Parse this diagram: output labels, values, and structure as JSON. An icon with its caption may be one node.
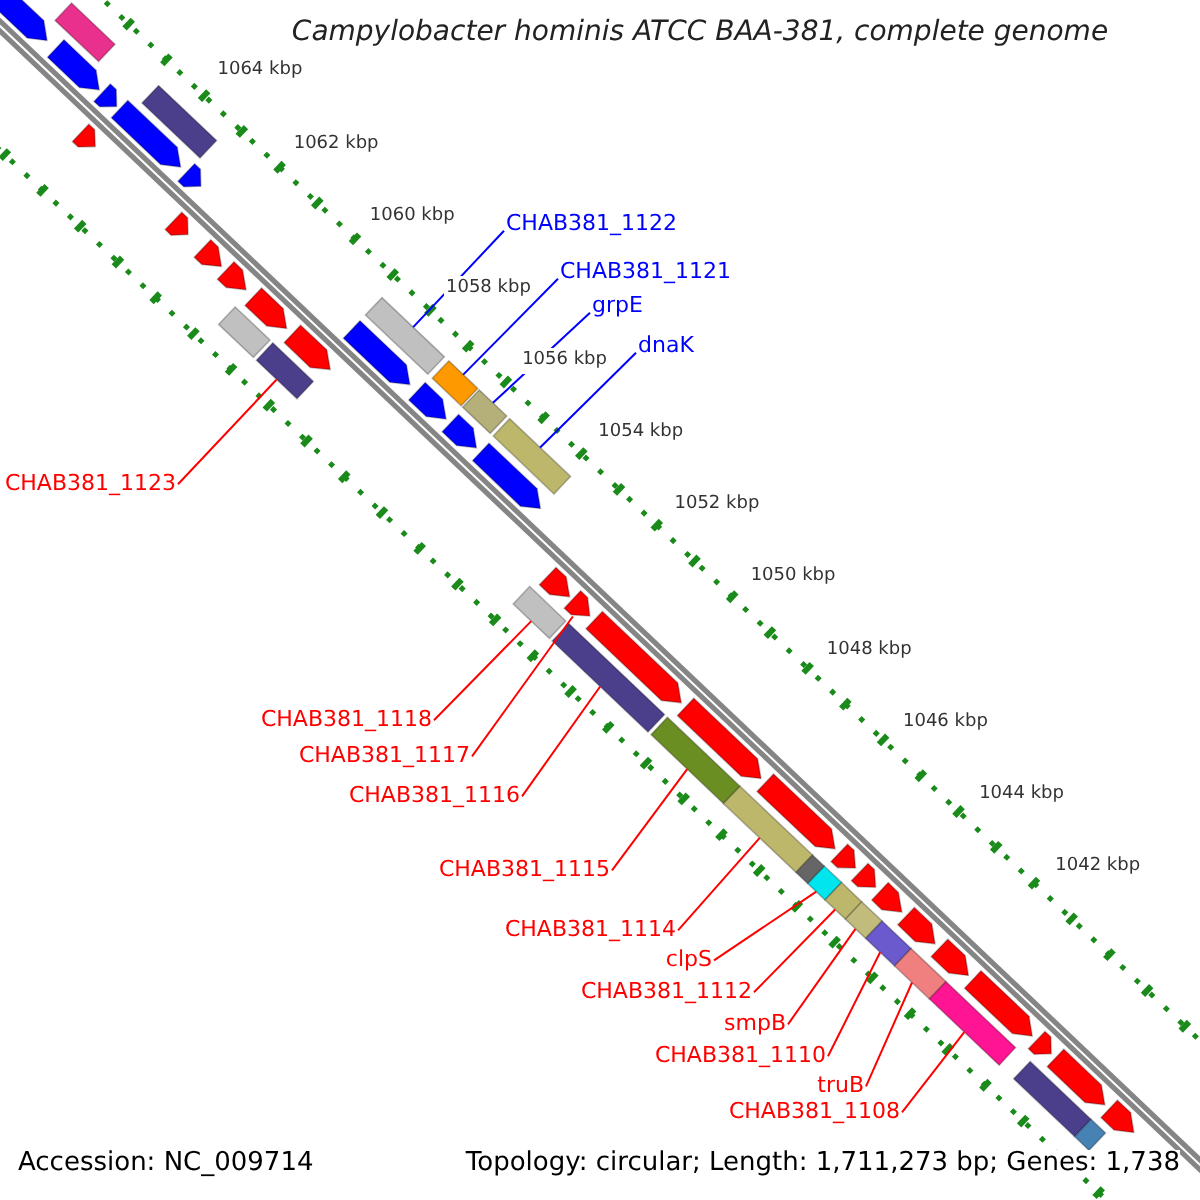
{
  "diagram": {
    "title": "Campylobacter hominis ATCC BAA-381, complete genome",
    "nodes": [
      {
        "text": [
          "CHAB381_1122"
        ]
      },
      {
        "text": [
          "CHAB381_1121"
        ]
      },
      {
        "text": [
          "grpE"
        ]
      },
      {
        "text": [
          "dnaK"
        ]
      },
      {
        "text": [
          "CHAB381_1123"
        ]
      },
      {
        "text": [
          "CHAB381_1118"
        ]
      },
      {
        "text": [
          "CHAB381_1117"
        ]
      },
      {
        "text": [
          "CHAB381_1116"
        ]
      },
      {
        "text": [
          "CHAB381_1115"
        ]
      },
      {
        "text": [
          "CHAB381_1114"
        ]
      },
      {
        "text": [
          "clpS"
        ]
      },
      {
        "text": [
          "CHAB381_1112"
        ]
      },
      {
        "text": [
          "smpB"
        ]
      },
      {
        "text": [
          "CHAB381_1110"
        ]
      },
      {
        "text": [
          "truB"
        ]
      },
      {
        "text": [
          "CHAB381_1108"
        ]
      },
      {
        "text": [],
        "shape": "bar"
      },
      {
        "text": [],
        "shape": "bar"
      },
      {
        "text": [],
        "shape": "bar"
      },
      {
        "text": [],
        "shape": "bar"
      },
      {
        "text": [],
        "shape": "bar"
      },
      {
        "text": [],
        "shape": "bar"
      },
      {
        "text": [],
        "shape": "arrow"
      },
      {
        "text": [],
        "shape": "bar"
      },
      {
        "text": [],
        "shape": "bar"
      },
      {
        "text": [],
        "shape": "bar"
      },
      {
        "text": [],
        "shape": "bar"
      },
      {
        "text": [],
        "shape": "bar"
      },
      {
        "text": [],
        "shape": "bar"
      },
      {
        "text": [],
        "shape": "bar"
      },
      {
        "text": [],
        "shape": "bar"
      },
      {
        "text": [],
        "shape": "bar"
      },
      {
        "text": [],
        "shape": "arrow"
      },
      {
        "text": [],
        "shape": "arrow"
      },
      {
        "text": [],
        "shape": "arrow"
      },
      {
        "text": [],
        "shape": "arrow"
      },
      {
        "text": [],
        "shape": "arrow"
      },
      {
        "text": [],
        "shape": "arrow"
      },
      {
        "text": [],
        "shape": "arrow"
      },
      {
        "text": [],
        "shape": "arrow"
      },
      {
        "text": [],
        "shape": "arrow"
      },
      {
        "text": [],
        "shape": "bar"
      },
      {
        "text": [],
        "shape": "bar"
      },
      {
        "text": [],
        "shape": "arrow"
      },
      {
        "text": [],
        "shape": "arrow"
      },
      {
        "text": [],
        "shape": "arrow"
      },
      {
        "text": [],
        "shape": "arrow"
      },
      {
        "text": [],
        "shape": "arrow"
      },
      {
        "text": [],
        "shape": "arrow"
      },
      {
        "text": [],
        "shape": "arrow"
      },
      {
        "text": [],
        "shape": "arrow"
      },
      {
        "text": [],
        "shape": "arrow"
      },
      {
        "text": [],
        "shape": "arrow"
      },
      {
        "text": [],
        "shape": "arrow"
      },
      {
        "text": [],
        "shape": "arrow"
      },
      {
        "text": [],
        "shape": "arrow"
      },
      {
        "text": [],
        "shape": "arrow"
      },
      {
        "text": [],
        "shape": "arrow"
      },
      {
        "text": [],
        "shape": "arrow"
      },
      {
        "text": [],
        "shape": "arrow"
      },
      {
        "text": [],
        "shape": "arrow"
      },
      {
        "text": [],
        "shape": "arrow"
      },
      {
        "text": [],
        "shape": "bar"
      },
      {
        "text": [],
        "shape": "bar"
      },
      {
        "text": [],
        "shape": "bar"
      },
      {
        "text": [],
        "shape": "bar"
      }
    ],
    "edges": [
      {
        "from": 0,
        "to": 16,
        "arrow": "none",
        "color": "#0000ff"
      },
      {
        "from": 1,
        "to": 17,
        "arrow": "none",
        "color": "#0000ff"
      },
      {
        "from": 2,
        "to": 18,
        "arrow": "none",
        "color": "#0000ff"
      },
      {
        "from": 3,
        "to": 19,
        "arrow": "none",
        "color": "#0000ff"
      },
      {
        "from": 4,
        "to": 20,
        "arrow": "none"
      },
      {
        "from": 5,
        "to": 21,
        "arrow": "none"
      },
      {
        "from": 6,
        "to": 22,
        "arrow": "none"
      },
      {
        "from": 7,
        "to": 23,
        "arrow": "none"
      },
      {
        "from": 8,
        "to": 24,
        "arrow": "none"
      },
      {
        "from": 9,
        "to": 25,
        "arrow": "none"
      },
      {
        "from": 10,
        "to": 26,
        "arrow": "none"
      },
      {
        "from": 11,
        "to": 27,
        "arrow": "none"
      },
      {
        "from": 12,
        "to": 28,
        "arrow": "none"
      },
      {
        "from": 13,
        "to": 29,
        "arrow": "none"
      },
      {
        "from": 14,
        "to": 30,
        "arrow": "none"
      },
      {
        "from": 15,
        "to": 31,
        "arrow": "none"
      }
    ],
    "labels": [
      "1064 kbp",
      "1062 kbp",
      "1060 kbp",
      "1058 kbp",
      "1056 kbp",
      "1054 kbp",
      "1052 kbp",
      "1050 kbp",
      "1048 kbp",
      "1046 kbp",
      "1044 kbp",
      "1042 kbp",
      "Accession: NC_009714",
      "Topology: circular; Length: 1,711,273 bp; Genes: 1,738"
    ]
  }
}
